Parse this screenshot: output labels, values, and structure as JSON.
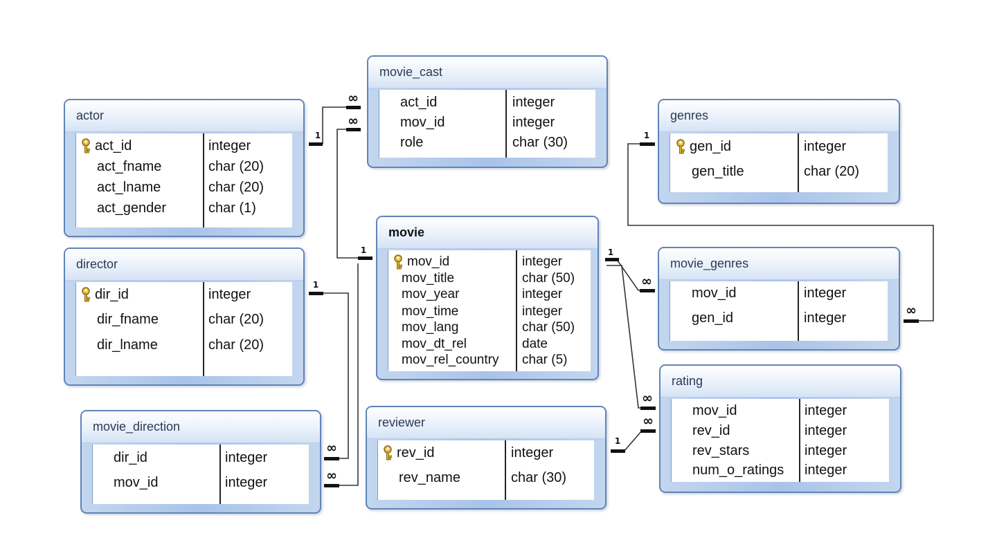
{
  "tables": {
    "movie_cast": {
      "title": "movie_cast",
      "columns": [
        {
          "name": "act_id",
          "type": "integer"
        },
        {
          "name": "mov_id",
          "type": "integer"
        },
        {
          "name": "role",
          "type": "char (30)"
        }
      ]
    },
    "actor": {
      "title": "actor",
      "columns": [
        {
          "name": "act_id",
          "type": "integer",
          "key": true
        },
        {
          "name": "act_fname",
          "type": "char (20)"
        },
        {
          "name": "act_lname",
          "type": "char (20)"
        },
        {
          "name": "act_gender",
          "type": "char (1)"
        }
      ]
    },
    "genres": {
      "title": "genres",
      "columns": [
        {
          "name": "gen_id",
          "type": "integer",
          "key": true
        },
        {
          "name": "gen_title",
          "type": "char (20)"
        }
      ]
    },
    "movie": {
      "title": "movie",
      "columns": [
        {
          "name": "mov_id",
          "type": "integer",
          "key": true
        },
        {
          "name": "mov_title",
          "type": "char (50)"
        },
        {
          "name": "mov_year",
          "type": "integer"
        },
        {
          "name": "mov_time",
          "type": "integer"
        },
        {
          "name": "mov_lang",
          "type": "char (50)"
        },
        {
          "name": "mov_dt_rel",
          "type": "date"
        },
        {
          "name": "mov_rel_country",
          "type": "char (5)"
        }
      ]
    },
    "director": {
      "title": "director",
      "columns": [
        {
          "name": "dir_id",
          "type": "integer",
          "key": true
        },
        {
          "name": "dir_fname",
          "type": "char (20)"
        },
        {
          "name": "dir_lname",
          "type": "char (20)"
        }
      ]
    },
    "movie_genres": {
      "title": "movie_genres",
      "columns": [
        {
          "name": "mov_id",
          "type": "integer"
        },
        {
          "name": "gen_id",
          "type": "integer"
        }
      ]
    },
    "rating": {
      "title": "rating",
      "columns": [
        {
          "name": "mov_id",
          "type": "integer"
        },
        {
          "name": "rev_id",
          "type": "integer"
        },
        {
          "name": "rev_stars",
          "type": "integer"
        },
        {
          "name": "num_o_ratings",
          "type": "integer"
        }
      ]
    },
    "movie_direction": {
      "title": "movie_direction",
      "columns": [
        {
          "name": "dir_id",
          "type": "integer"
        },
        {
          "name": "mov_id",
          "type": "integer"
        }
      ]
    },
    "reviewer": {
      "title": "reviewer",
      "columns": [
        {
          "name": "rev_id",
          "type": "integer",
          "key": true
        },
        {
          "name": "rev_name",
          "type": "char (30)"
        }
      ]
    }
  },
  "cardinality": {
    "one": "1",
    "many": "∞"
  },
  "relationships": [
    {
      "from": "actor.act_id",
      "to": "movie_cast.act_id",
      "from_end": "one",
      "to_end": "many"
    },
    {
      "from": "movie.mov_id",
      "to": "movie_cast.mov_id",
      "from_end": "one",
      "to_end": "many"
    },
    {
      "from": "genres.gen_id",
      "to": "movie_genres.gen_id",
      "from_end": "one",
      "to_end": "many"
    },
    {
      "from": "movie.mov_id",
      "to": "movie_genres.mov_id",
      "from_end": "one",
      "to_end": "many"
    },
    {
      "from": "movie.mov_id",
      "to": "rating.mov_id",
      "from_end": "one",
      "to_end": "many"
    },
    {
      "from": "director.dir_id",
      "to": "movie_direction.dir_id",
      "from_end": "one",
      "to_end": "many"
    },
    {
      "from": "movie.mov_id",
      "to": "movie_direction.mov_id",
      "from_end": "one",
      "to_end": "many"
    },
    {
      "from": "reviewer.rev_id",
      "to": "rating.rev_id",
      "from_end": "one",
      "to_end": "many"
    }
  ]
}
